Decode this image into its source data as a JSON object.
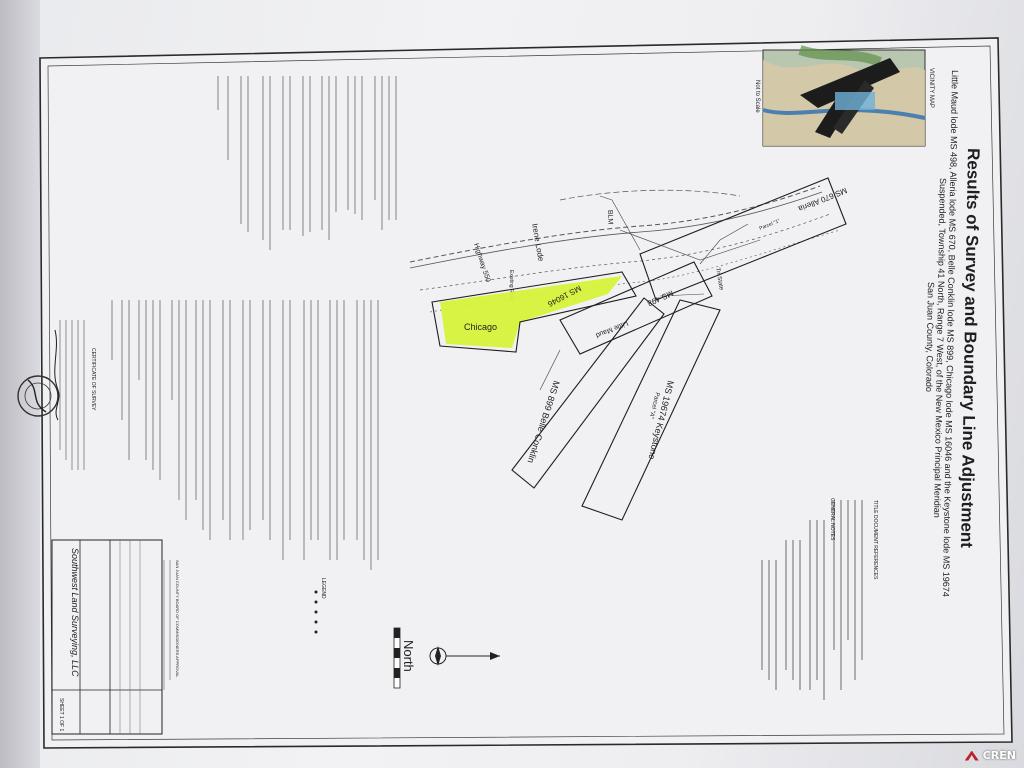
{
  "document": {
    "title": "Results of Survey and Boundary Line Adjustment",
    "subtitle_line1": "Little Maud lode MS 498, Alleria lode MS 670, Belle Conklin lode MS 899, Chicago lode MS 16046 and the Keystone lode MS 19674",
    "subtitle_line2": "Suspended, Township 41 North, Range 7 West, of the New Mexico Principal Meridian",
    "subtitle_line3": "San Juan County, Colorado",
    "vicinity_map_label": "VICINITY MAP",
    "vicinity_scale_label": "Not to Scale",
    "north_label": "North",
    "general_notes_heading": "GENERAL NOTES",
    "survey_title_heading": "TITLE DOCUMENT REFERENCES",
    "certificate_heading": "CERTIFICATE OF SURVEY",
    "board_heading": "SAN JUAN COUNTY BOARD OF COMMISSIONERS APPROVAL",
    "legend_heading": "LEGEND"
  },
  "map_labels": {
    "chicago": "Chicago",
    "ms16046": "MS 16046",
    "little_maud": "Little Maud",
    "ms498": "MS 498",
    "ms670": "MS 670 Alleria",
    "ms899": "MS 899 Belle Conklin",
    "ms19674": "MS 19674 Keystone",
    "irene_lode": "Irene Lode",
    "highway": "Highway 550",
    "blm": "BLM",
    "existing_road": "Existing Road",
    "tri_state": "Tri-State",
    "parcel_1": "Parcel \"1\"",
    "parcel_a": "Parcel \"A\""
  },
  "title_block": {
    "company": "Southwest Land Surveying, LLC",
    "sheet_label": "SHEET 1 OF 1"
  },
  "watermark": {
    "text": "CREN"
  },
  "colors": {
    "highlight": "#d7f23a",
    "ink": "#1e1e1e",
    "paper": "#eeeef1",
    "watermark_mark": "#c0202a"
  }
}
